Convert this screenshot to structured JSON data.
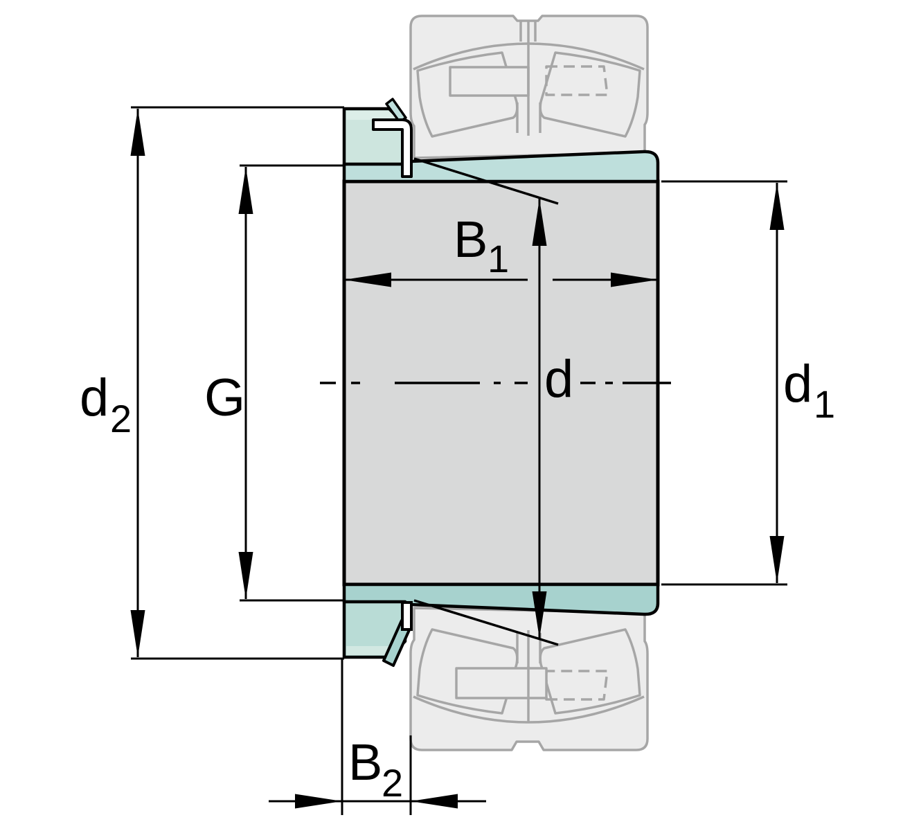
{
  "diagram": {
    "type": "engineering-drawing",
    "subject": "adapter-sleeve-cross-section",
    "labels": {
      "d2": {
        "main": "d",
        "sub": "2"
      },
      "G": {
        "main": "G",
        "sub": ""
      },
      "B1": {
        "main": "B",
        "sub": "1"
      },
      "d": {
        "main": "d",
        "sub": ""
      },
      "d1": {
        "main": "d",
        "sub": "1"
      },
      "B2": {
        "main": "B",
        "sub": "2"
      }
    },
    "colors": {
      "sleeve_teal": "#bedfdc",
      "sleeve_teal_dark": "#a7d2ce",
      "nut_green": "#cde5de",
      "nut_green_light": "#dceee8",
      "nut_green_dark": "#b9dcd6",
      "nut_green_dark_light": "#d2e8e2",
      "body_gray": "#d8d9d9",
      "ghost_fill": "#ececec",
      "ghost_stroke": "#a6a6a6",
      "outline": "#000000",
      "background": "#ffffff"
    }
  }
}
